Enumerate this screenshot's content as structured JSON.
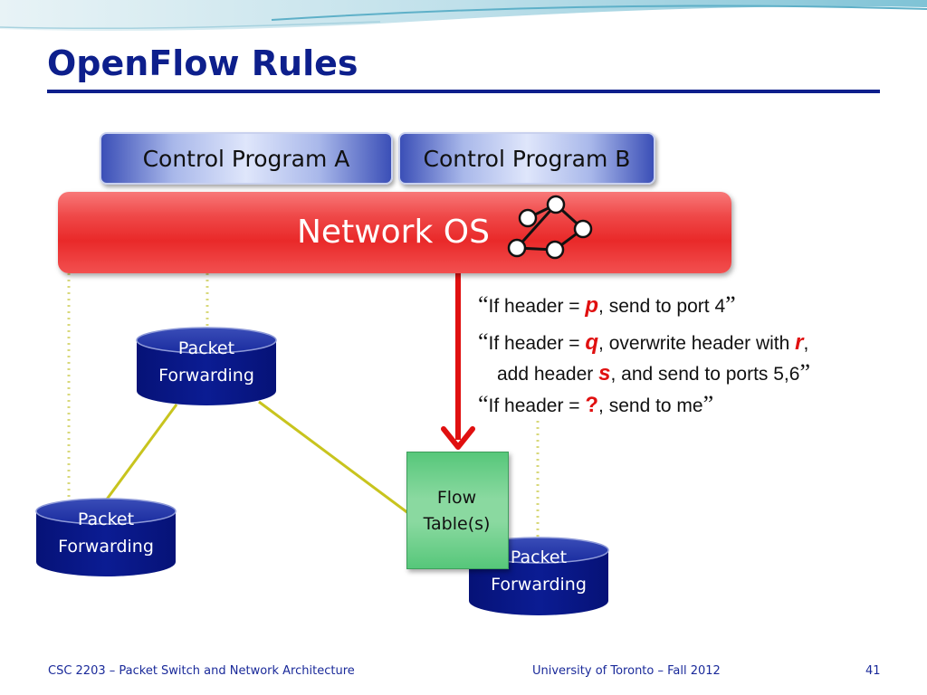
{
  "slide": {
    "title": "OpenFlow Rules"
  },
  "diagram": {
    "control_program_a": "Control Program A",
    "control_program_b": "Control Program B",
    "network_os": "Network OS",
    "packet_forwarding_line1": "Packet",
    "packet_forwarding_line2": "Forwarding",
    "flow_table_line1": "Flow",
    "flow_table_line2": "Table(s)"
  },
  "rules": {
    "open_quote": "“",
    "close_quote": "”",
    "rule1_a": "If header = ",
    "rule1_var": "p",
    "rule1_b": ", send to port 4",
    "rule2_a": "If header = ",
    "rule2_var": "q",
    "rule2_b": ", overwrite header with ",
    "rule2_var2": "r",
    "rule2_c": ",",
    "rule2_line2_a": "add header ",
    "rule2_var3": "s",
    "rule2_line2_b": ", and send to ports 5,6",
    "rule3_a": "If header = ",
    "rule3_var": "?",
    "rule3_b": ", send to me"
  },
  "footer": {
    "course": "CSC 2203 – Packet Switch and Network Architecture",
    "institution": "University of Toronto – Fall 2012",
    "page_number": "41"
  },
  "colors": {
    "title": "#0d1f8c",
    "network_os": "#e92929",
    "packet_forwarding": "#0a1a8a",
    "flow_table": "#7fd497",
    "arrow": "#e01010",
    "link": "#c8c41e",
    "dotted": "#d8d87a"
  }
}
